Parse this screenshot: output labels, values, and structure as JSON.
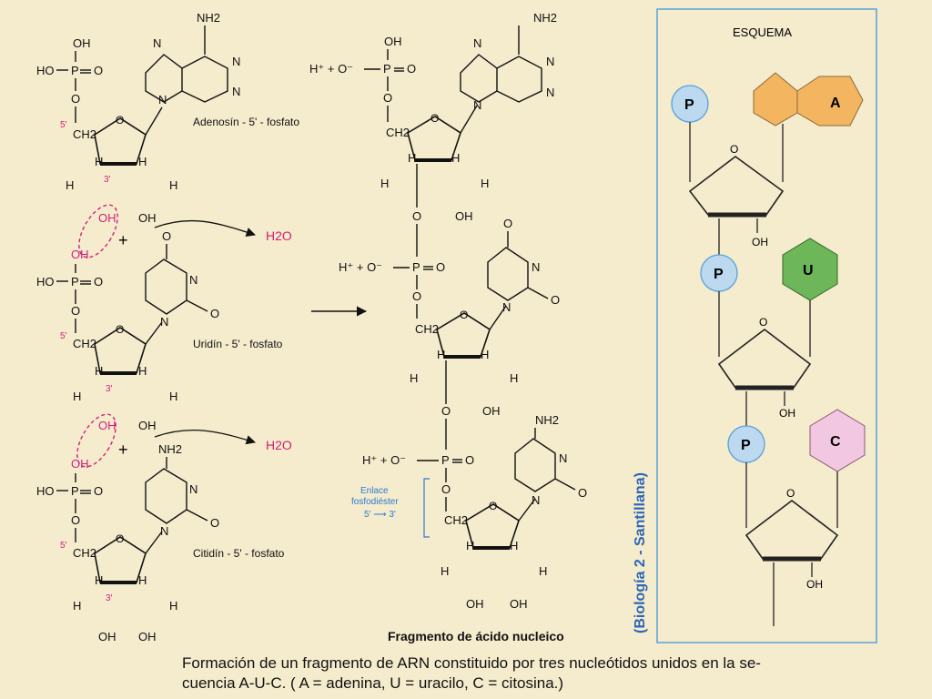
{
  "left_column": {
    "adenosine": {
      "label": "Adenosín - 5' - fosfato",
      "nh2": "NH2",
      "phosphate": {
        "oh_top": "OH",
        "ho": "HO",
        "p": "P",
        "o_double": "O",
        "o_link": "O"
      },
      "sugar": {
        "c5": "5'",
        "ch2": "CH2",
        "h": "H",
        "c3": "3'",
        "oh3": "OH",
        "oh2": "OH"
      }
    },
    "uridine": {
      "label": "Uridín - 5' - fosfato",
      "oh_top": "OH",
      "ho": "HO",
      "p": "P",
      "o_double": "O",
      "o_link": "O",
      "c5": "5'",
      "ch2": "CH2",
      "h": "H",
      "c3": "3'",
      "oh3": "OH",
      "oh2": "OH",
      "ring_o": "O",
      "ring_n": "N"
    },
    "cytidine": {
      "label": "Citidín - 5' - fosfato",
      "nh2": "NH2",
      "oh_top": "OH",
      "ho": "HO",
      "p": "P",
      "o_double": "O",
      "o_link": "O",
      "c5": "5'",
      "ch2": "CH2",
      "h": "H",
      "c3": "3'",
      "oh3": "OH",
      "oh2": "OH"
    },
    "plus": "+",
    "water": "H2O"
  },
  "middle": {
    "h_plus": "H⁺ + O⁻",
    "p": "P",
    "o": "O",
    "oh": "OH",
    "ch2": "CH2",
    "h": "H",
    "nh2": "NH2",
    "bond_label_line1": "Enlace",
    "bond_label_line2": "fosfodiéster",
    "bond_label_line3": "5' ⟶ 3'",
    "title": "Fragmento de ácido nucleico"
  },
  "scheme": {
    "title": "ESQUEMA",
    "phosphate": "P",
    "bases": [
      "A",
      "U",
      "C"
    ],
    "o": "O",
    "oh": "OH",
    "colors": {
      "phosphate": "#bcd9f0",
      "A": "#f3b560",
      "U": "#6db65a",
      "C": "#f1c7e2",
      "border": "#5aa2d8"
    }
  },
  "credit": "(Biología 2 - Santillana)",
  "caption": {
    "line1": "Formación de un fragmento de ARN constituido por tres nucleótidos unidos en la se-",
    "line2": "cuencia A-U-C. ( A = adenina, U = uracilo, C = citosina.)"
  }
}
